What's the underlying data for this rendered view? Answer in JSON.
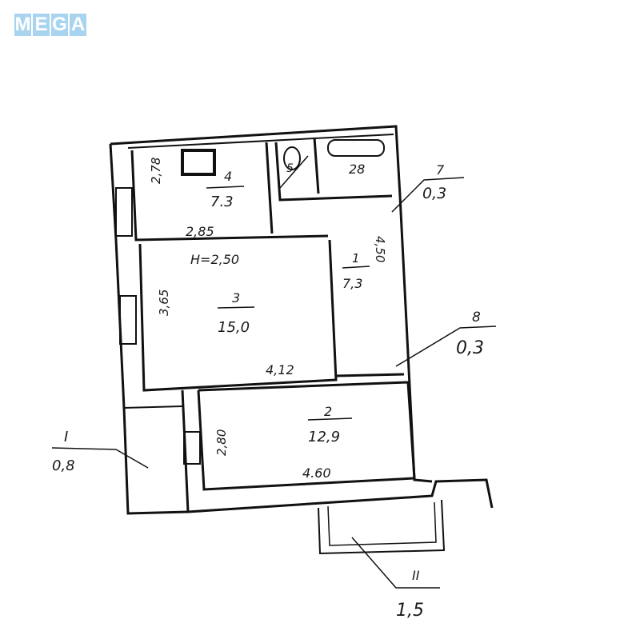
{
  "logo": {
    "text": "MEGA",
    "letters": [
      "M",
      "E",
      "G",
      "A"
    ],
    "color": "#a9d4ef"
  },
  "plan": {
    "ceiling_height": "H=2,50",
    "rooms": [
      {
        "number": "4",
        "area": "7.3",
        "dims": [
          "2,78",
          "2,85"
        ]
      },
      {
        "number": "5",
        "area": ""
      },
      {
        "number": "",
        "area": "28"
      },
      {
        "number": "1",
        "area": "7,3",
        "dims": [
          "4,50"
        ]
      },
      {
        "number": "3",
        "area": "15,0",
        "dims": [
          "3,65",
          "4,12"
        ]
      },
      {
        "number": "2",
        "area": "12,9",
        "dims": [
          "2,80",
          "4.60"
        ]
      }
    ],
    "callouts": [
      {
        "number": "7",
        "area": "0,3"
      },
      {
        "number": "8",
        "area": "0,3"
      },
      {
        "number": "I",
        "area": "0,8"
      },
      {
        "number": "II",
        "area": "1,5"
      }
    ]
  }
}
